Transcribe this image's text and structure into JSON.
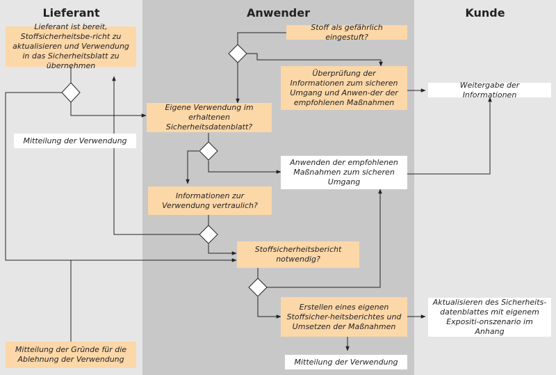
{
  "lanes": {
    "lieferant": "Lieferant",
    "anwender": "Anwender",
    "kunde": "Kunde"
  },
  "boxes": {
    "lieferant_bereit": "Lieferant ist bereit, Stoffsicherheitsbe-richt zu aktualisieren und Verwendung in das Sicherheitsblatt zu übernehmen",
    "mitteilung_verwendung_left": "Mitteilung der Verwendung",
    "mitteilung_gruende": "Mitteilung der Gründe für die Ablehnung der Verwendung",
    "stoff_gefaehrlich": "Stoff als gefährlich eingestuft?",
    "ueberpruefung": "Überprüfung der Informationen zum sicheren Umgang und Anwen-der der empfohlenen Maßnahmen",
    "eigene_verwendung": "Eigene Verwendung im erhaltenen Sicherheitsdatenblatt?",
    "anwenden": "Anwenden der empfohlenen Maßnahmen zum sicheren Umgang",
    "informationen_vertraulich": "Informationen zur Verwendung vertraulich?",
    "stoffsicherheitsbericht": "Stoffsicherheitsbericht notwendig?",
    "erstellen": "Erstellen eines eigenen Stoffsicher-heitsberichtes und Umsetzen der Maßnahmen",
    "mitteilung_verwendung_mid": "Mitteilung der Verwendung",
    "weitergabe": "Weitergabe der Informationen",
    "aktualisieren": "Aktualisieren des Sicherheits-datenblattes mit eigenem Expositi-onszenario im Anhang"
  }
}
